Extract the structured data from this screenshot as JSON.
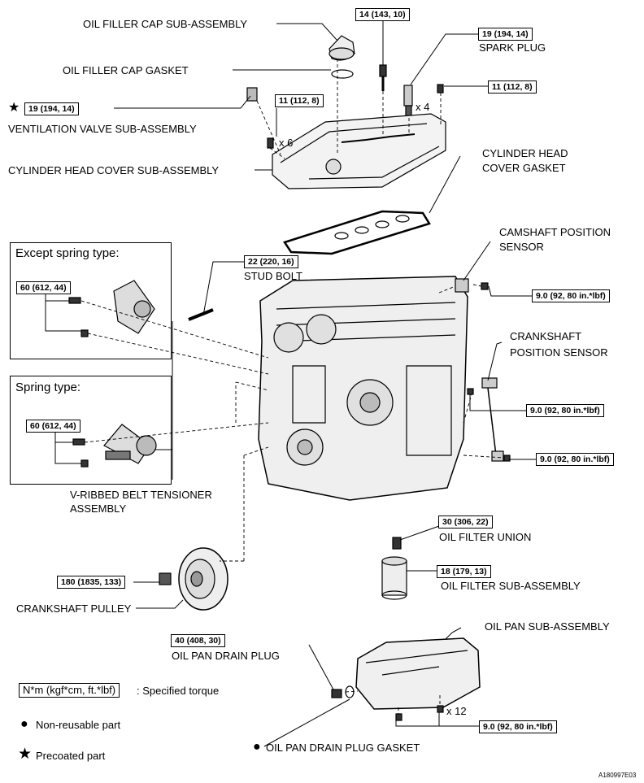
{
  "labels": {
    "oil_filler_cap": "OIL FILLER CAP SUB-ASSEMBLY",
    "oil_filler_cap_gasket": "OIL FILLER CAP GASKET",
    "ventilation_valve": "VENTILATION VALVE SUB-ASSEMBLY",
    "cylinder_head_cover": "CYLINDER HEAD COVER SUB-ASSEMBLY",
    "spark_plug": "SPARK PLUG",
    "cylinder_head_cover_gasket_1": "CYLINDER HEAD",
    "cylinder_head_cover_gasket_2": "COVER GASKET",
    "camshaft_sensor_1": "CAMSHAFT POSITION",
    "camshaft_sensor_2": "SENSOR",
    "crankshaft_sensor_1": "CRANKSHAFT",
    "crankshaft_sensor_2": "POSITION SENSOR",
    "stud_bolt": "STUD BOLT",
    "tensioner_1": "V-RIBBED BELT TENSIONER",
    "tensioner_2": "ASSEMBLY",
    "oil_filter_union": "OIL FILTER UNION",
    "oil_filter": "OIL FILTER SUB-ASSEMBLY",
    "crankshaft_pulley": "CRANKSHAFT PULLEY",
    "oil_pan": "OIL PAN SUB-ASSEMBLY",
    "oil_pan_drain_plug": "OIL PAN DRAIN PLUG",
    "oil_pan_drain_plug_gasket": "OIL PAN DRAIN PLUG GASKET",
    "qty_x4": "x 4",
    "qty_x6": "x 6",
    "qty_x12": "x 12"
  },
  "torques": {
    "t_14_143_10": "14 (143, 10)",
    "t_spark": "19 (194, 14)",
    "t_vent": "19 (194, 14)",
    "t_11_a": "11 (112, 8)",
    "t_11_b": "11 (112, 8)",
    "t_stud": "22 (220, 16)",
    "t_except": "60 (612, 44)",
    "t_spring": "60 (612, 44)",
    "t_cam": "9.0 (92, 80 in.*lbf)",
    "t_crank_sensor": "9.0 (92, 80 in.*lbf)",
    "t_lower": "9.0 (92, 80 in.*lbf)",
    "t_filter_union": "30 (306, 22)",
    "t_filter": "18 (179, 13)",
    "t_pulley": "180 (1835, 133)",
    "t_drain": "40 (408, 30)",
    "t_pan": "9.0 (92, 80 in.*lbf)"
  },
  "frames": {
    "except_spring": "Except spring type:",
    "spring": "Spring type:"
  },
  "legend": {
    "torque_box": "N*m (kgf*cm, ft.*lbf)",
    "torque_text": ": Specified torque",
    "non_reusable": "Non-reusable part",
    "precoated": "Precoated part"
  },
  "figure_code": "A180997E03"
}
